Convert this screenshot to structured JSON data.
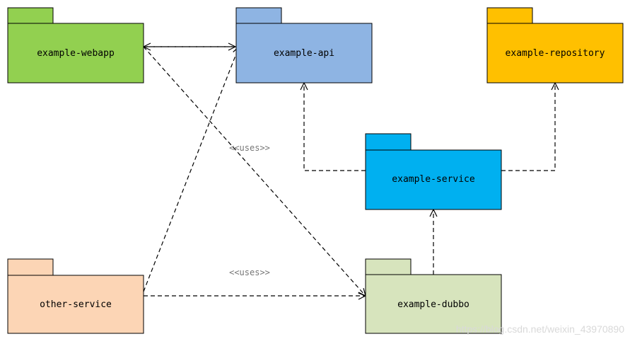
{
  "packages": [
    {
      "id": "webapp",
      "label": "example-webapp",
      "color": "#92d050"
    },
    {
      "id": "api",
      "label": "example-api",
      "color": "#8eb4e3"
    },
    {
      "id": "repository",
      "label": "example-repository",
      "color": "#ffc000"
    },
    {
      "id": "service",
      "label": "example-service",
      "color": "#00b0f0"
    },
    {
      "id": "other",
      "label": "other-service",
      "color": "#fcd5b5"
    },
    {
      "id": "dubbo",
      "label": "example-dubbo",
      "color": "#d7e4bd"
    }
  ],
  "uses_labels": [
    "<<uses>>",
    "<<uses>>"
  ],
  "watermark": "https://blog.csdn.net/weixin_43970890"
}
